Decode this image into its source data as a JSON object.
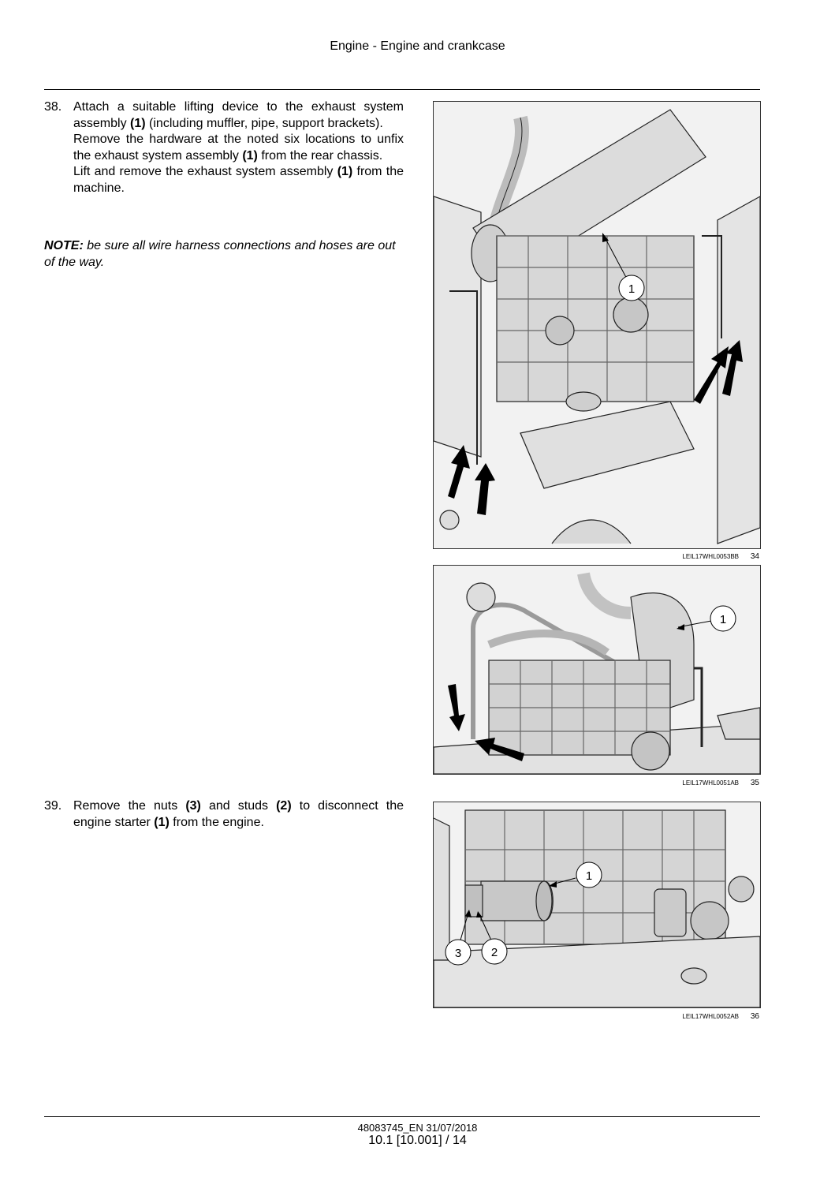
{
  "header": {
    "title": "Engine - Engine and crankcase"
  },
  "steps": [
    {
      "number": "38.",
      "paragraphs": [
        [
          {
            "t": "Attach a suitable lifting device to the exhaust system assembly "
          },
          {
            "b": "(1)"
          },
          {
            "t": " (including muffler, pipe, support brackets)."
          }
        ],
        [
          {
            "t": "Remove the hardware at the noted six locations to unfix the exhaust system assembly "
          },
          {
            "b": "(1)"
          },
          {
            "t": " from the rear chassis."
          }
        ],
        [
          {
            "t": "Lift and remove the exhaust system assembly "
          },
          {
            "b": "(1)"
          },
          {
            "t": " from the machine."
          }
        ]
      ]
    },
    {
      "number": "39.",
      "paragraphs": [
        [
          {
            "t": "Remove the nuts "
          },
          {
            "b": "(3)"
          },
          {
            "t": " and studs "
          },
          {
            "b": "(2)"
          },
          {
            "t": " to disconnect the engine starter "
          },
          {
            "b": "(1)"
          },
          {
            "t": " from the engine."
          }
        ]
      ]
    }
  ],
  "note": {
    "label": "NOTE:",
    "text": " be sure all wire harness connections and hoses are out of the way."
  },
  "figures": [
    {
      "ref": "LEIL17WHL0053BB",
      "number": "34",
      "callouts": [
        "1"
      ]
    },
    {
      "ref": "LEIL17WHL0051AB",
      "number": "35",
      "callouts": [
        "1"
      ]
    },
    {
      "ref": "LEIL17WHL0052AB",
      "number": "36",
      "callouts": [
        "1",
        "2",
        "3"
      ]
    }
  ],
  "footer": {
    "doc": "48083745_EN 31/07/2018",
    "page": "10.1 [10.001] / 14"
  }
}
